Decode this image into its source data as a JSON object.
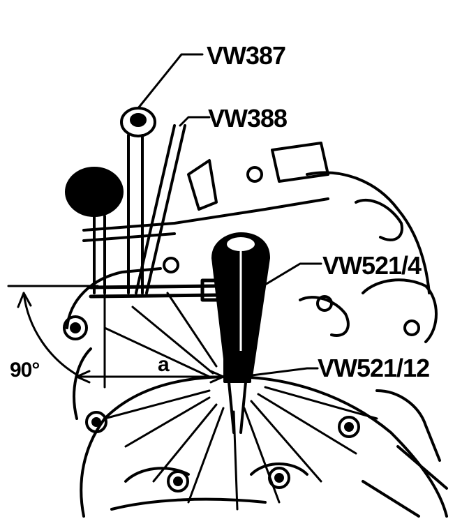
{
  "labels": {
    "vw387": "VW387",
    "vw388": "VW388",
    "vw521_4": "VW521/4",
    "vw521_12": "VW521/12",
    "angle": "90°",
    "dimension": "a"
  },
  "colors": {
    "ink": "#000000",
    "paper": "#ffffff"
  }
}
